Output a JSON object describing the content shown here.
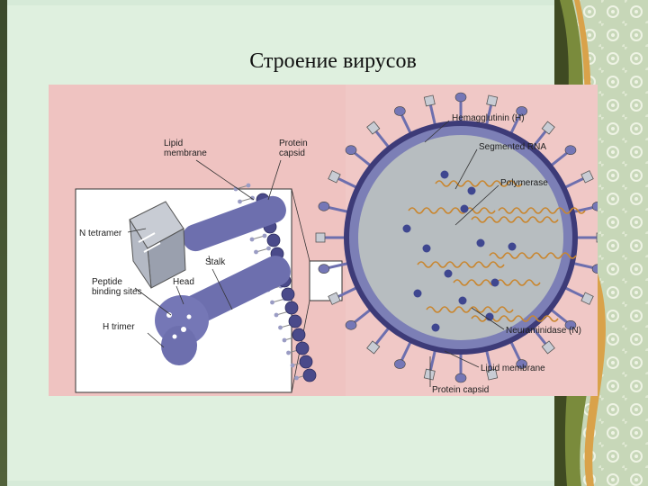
{
  "slide": {
    "title": "Строение вирусов"
  },
  "diagram": {
    "labels": {
      "lipid_membrane_left": "Lipid\nmembrane",
      "protein_capsid_left": "Protein\ncapsid",
      "n_tetramer": "N tetramer",
      "stalk": "Stalk",
      "peptide_binding_sites": "Peptide\nbinding sites",
      "head": "Head",
      "h_trimer": "H trimer",
      "hemagglutinin": "Hemagglutinin (H)",
      "segmented_rna": "Segmented RNA",
      "polymerase": "Polymerase",
      "neuraminidase": "Neuraminidase (N)",
      "lipid_membrane_right": "Lipid membrane",
      "protein_capsid_right": "Protein capsid"
    },
    "colors": {
      "paper": "#f0c8c6",
      "virus_interior": "#b7bdc0",
      "capsid_ring": "#4a4a8a",
      "spike": "#6d6fae",
      "rna": "#c9862e",
      "polymerase": "#3f4790",
      "inset_bg": "#ffffff"
    }
  }
}
